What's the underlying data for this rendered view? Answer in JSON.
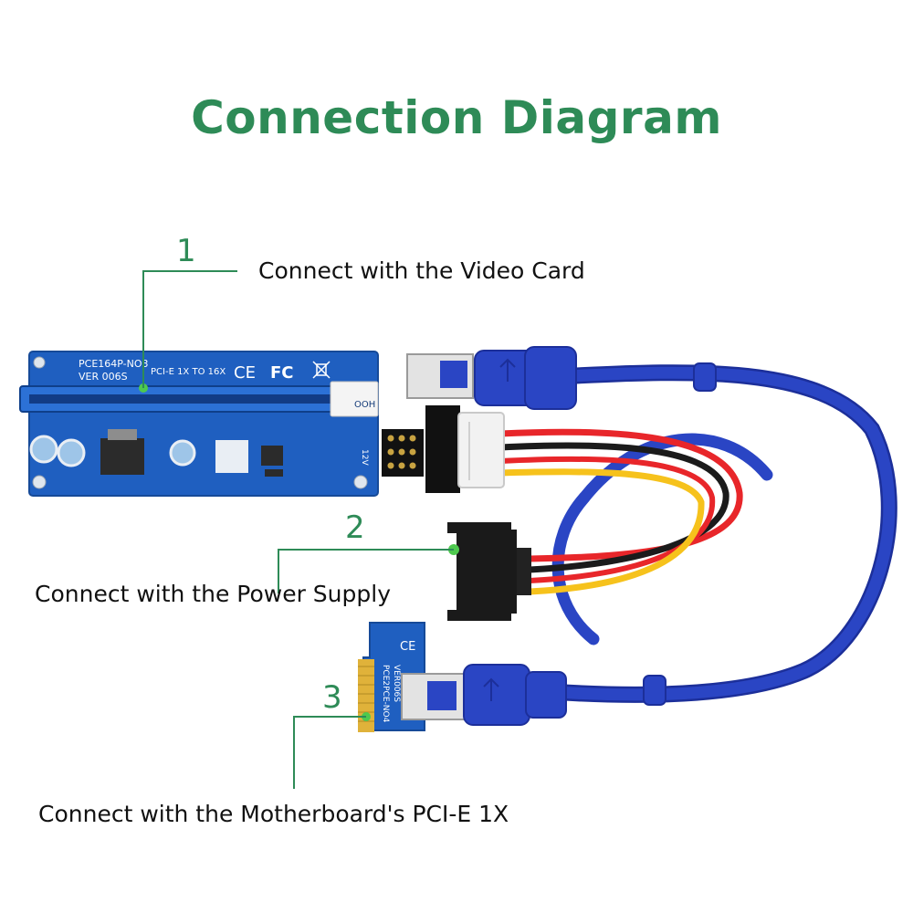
{
  "title": "Connection Diagram",
  "callouts": [
    {
      "number": "1",
      "label": "Connect with the Video Card"
    },
    {
      "number": "2",
      "label": "Connect with the Power Supply"
    },
    {
      "number": "3",
      "label": "Connect with the Motherboard's PCI-E 1X"
    }
  ],
  "riser_board": {
    "model": "PCE164P-NO3",
    "version": "VER 006S",
    "spec": "PCI-E 1X TO 16X",
    "marks": [
      "CE",
      "FC"
    ],
    "header_text": "12V",
    "side_text": "OOH"
  },
  "adapter_board": {
    "model": "PCE2PCE-NO4",
    "version": "VER006S",
    "mark": "CE"
  },
  "colors": {
    "accent": "#2e8b57",
    "pcb": "#1f5fc0",
    "cable": "#2a45c4",
    "connector_body": "#f2f2f2",
    "wire_red": "#e8262a",
    "wire_black": "#1b1b1b",
    "wire_yellow": "#f6c21c"
  }
}
